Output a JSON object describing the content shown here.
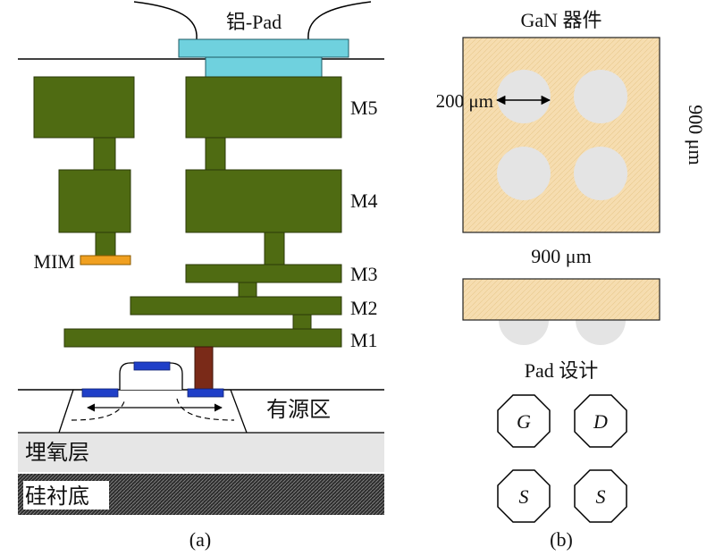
{
  "panel_a": {
    "caption": "(a)",
    "pad_label": "铝-Pad",
    "metal_labels": {
      "m5": "M5",
      "m4": "M4",
      "m3": "M3",
      "m2": "M2",
      "m1": "M1"
    },
    "mim_label": "MIM",
    "active_region_label": "有源区",
    "buried_oxide_label": "埋氧层",
    "substrate_label": "硅衬底"
  },
  "panel_b": {
    "caption": "(b)",
    "device_title": "GaN 器件",
    "dim_hole": "200 μm",
    "dim_width": "900 μm",
    "dim_height": "900 μm",
    "pad_design_title": "Pad 设计",
    "pads": [
      "G",
      "D",
      "S",
      "S"
    ]
  },
  "colors": {
    "metal": "#4f6b12",
    "metal_stroke": "#2b3a08",
    "pad": "#6fd1de",
    "mim": "#f0a020",
    "via": "#7a2a18",
    "contact": "#1f3fc8",
    "buried_oxide": "#e6e6e6",
    "substrate": "#3a3a3a",
    "device": "#f6ddb0",
    "hole": "#e4e4e4"
  }
}
